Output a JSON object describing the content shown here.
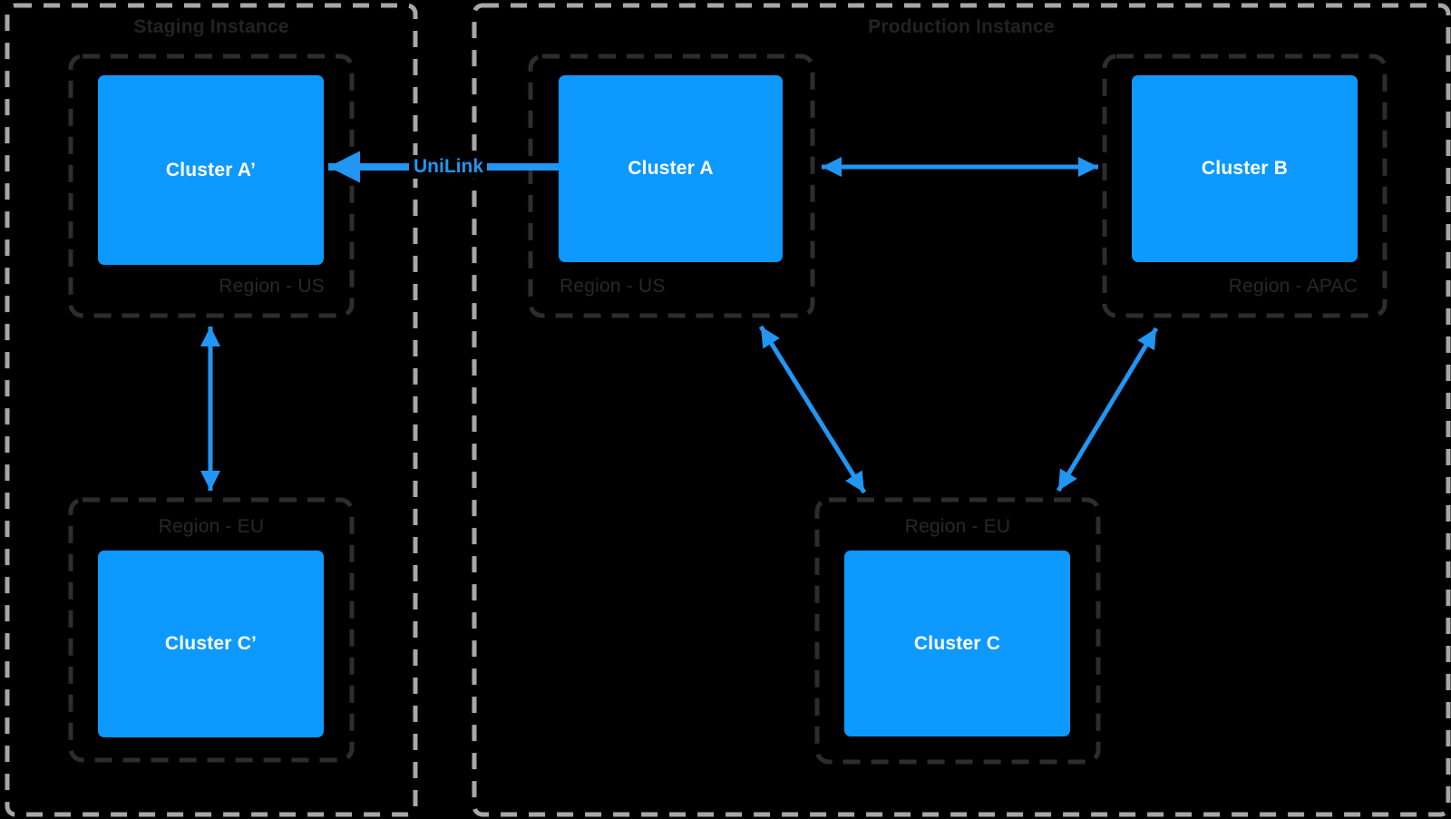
{
  "staging": {
    "title": "Staging Instance",
    "regions": [
      {
        "label": "Region - US",
        "cluster": "Cluster A’"
      },
      {
        "label": "Region - EU",
        "cluster": "Cluster C’"
      }
    ]
  },
  "production": {
    "title": "Production Instance",
    "regions": [
      {
        "label": "Region - US",
        "cluster": "Cluster A"
      },
      {
        "label": "Region - APAC",
        "cluster": "Cluster B"
      },
      {
        "label": "Region - EU",
        "cluster": "Cluster C"
      }
    ]
  },
  "link": {
    "label": "UniLink"
  },
  "connections": [
    {
      "from": "Cluster A",
      "to": "Cluster A’",
      "type": "one-way",
      "label": "UniLink"
    },
    {
      "from": "Region - US (production)",
      "to": "Region - APAC",
      "type": "two-way"
    },
    {
      "from": "Region - US (production)",
      "to": "Region - EU (production)",
      "type": "two-way"
    },
    {
      "from": "Region - APAC",
      "to": "Region - EU (production)",
      "type": "two-way"
    },
    {
      "from": "Region - US (staging)",
      "to": "Region - EU (staging)",
      "type": "two-way"
    }
  ],
  "colors": {
    "background": "#000000",
    "cluster_fill": "#0d99ff",
    "cluster_text": "#ffffff",
    "arrow": "#2196f3",
    "container_border": "#a7a7a7",
    "region_border": "#2d2d2d",
    "title_text": "#232323",
    "region_label_text": "#282828"
  }
}
